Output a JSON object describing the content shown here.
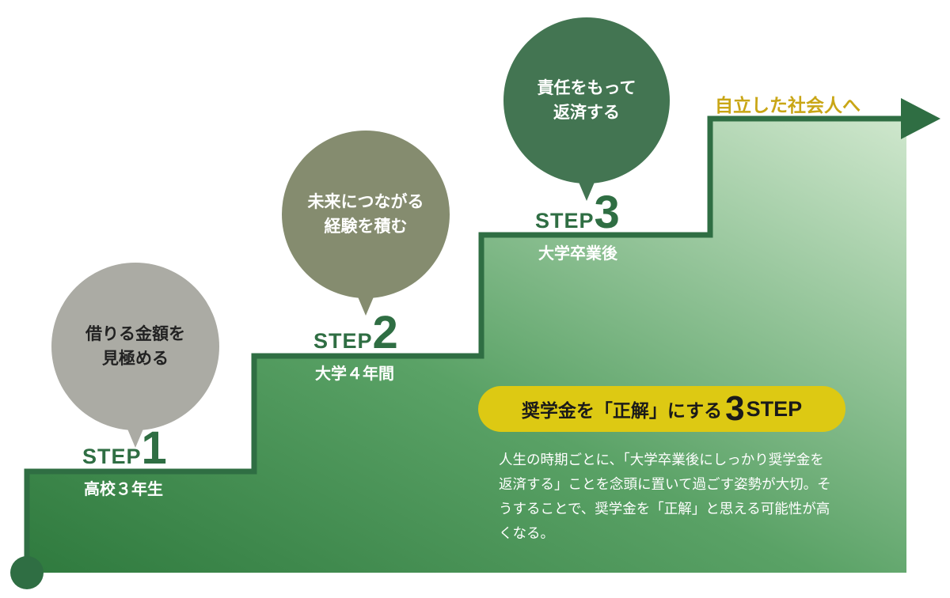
{
  "steps": [
    {
      "label": "STEP",
      "number": "1",
      "sub": "高校３年生",
      "bubble": [
        "借りる金額を",
        "見極める"
      ]
    },
    {
      "label": "STEP",
      "number": "2",
      "sub": "大学４年間",
      "bubble": [
        "未来につながる",
        "経験を積む"
      ]
    },
    {
      "label": "STEP",
      "number": "3",
      "sub": "大学卒業後",
      "bubble": [
        "責任をもって",
        "返済する"
      ]
    }
  ],
  "goal": "自立した社会人へ",
  "title": {
    "prefix": "奨学金を「正解」にする",
    "number": "3",
    "suffix": "STEP"
  },
  "description": "人生の時期ごとに、「大学卒業後にしっかり奨学金を返済する」ことを念頭に置いて過ごす姿勢が大切。そうすることで、奨学金を「正解」と思える可能性が高くなる。",
  "colors": {
    "stair_line": "#2f6e43",
    "fill_dark": "#4e9658",
    "fill_light": "#cfe6cc",
    "accent_yellow": "#ddc913",
    "goal_text": "#c9a616"
  }
}
